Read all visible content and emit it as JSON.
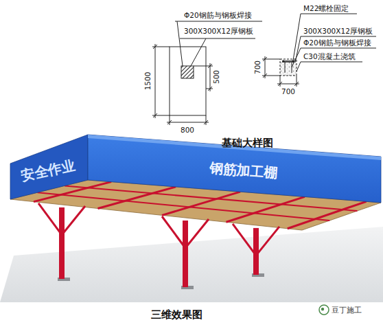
{
  "diagram": {
    "labels": [
      "Φ20钢筋与钢板焊接",
      "300X300X12厚钢板",
      "1500",
      "500",
      "800",
      "M22螺栓固定",
      "300X300X12厚钢板",
      "Φ20钢筋与钢板焊接",
      "C30混凝土浇筑",
      "700",
      "700",
      "基础大样图",
      "安全作业",
      "钢筋加工棚",
      "三维效果图",
      "豆丁施工"
    ]
  }
}
